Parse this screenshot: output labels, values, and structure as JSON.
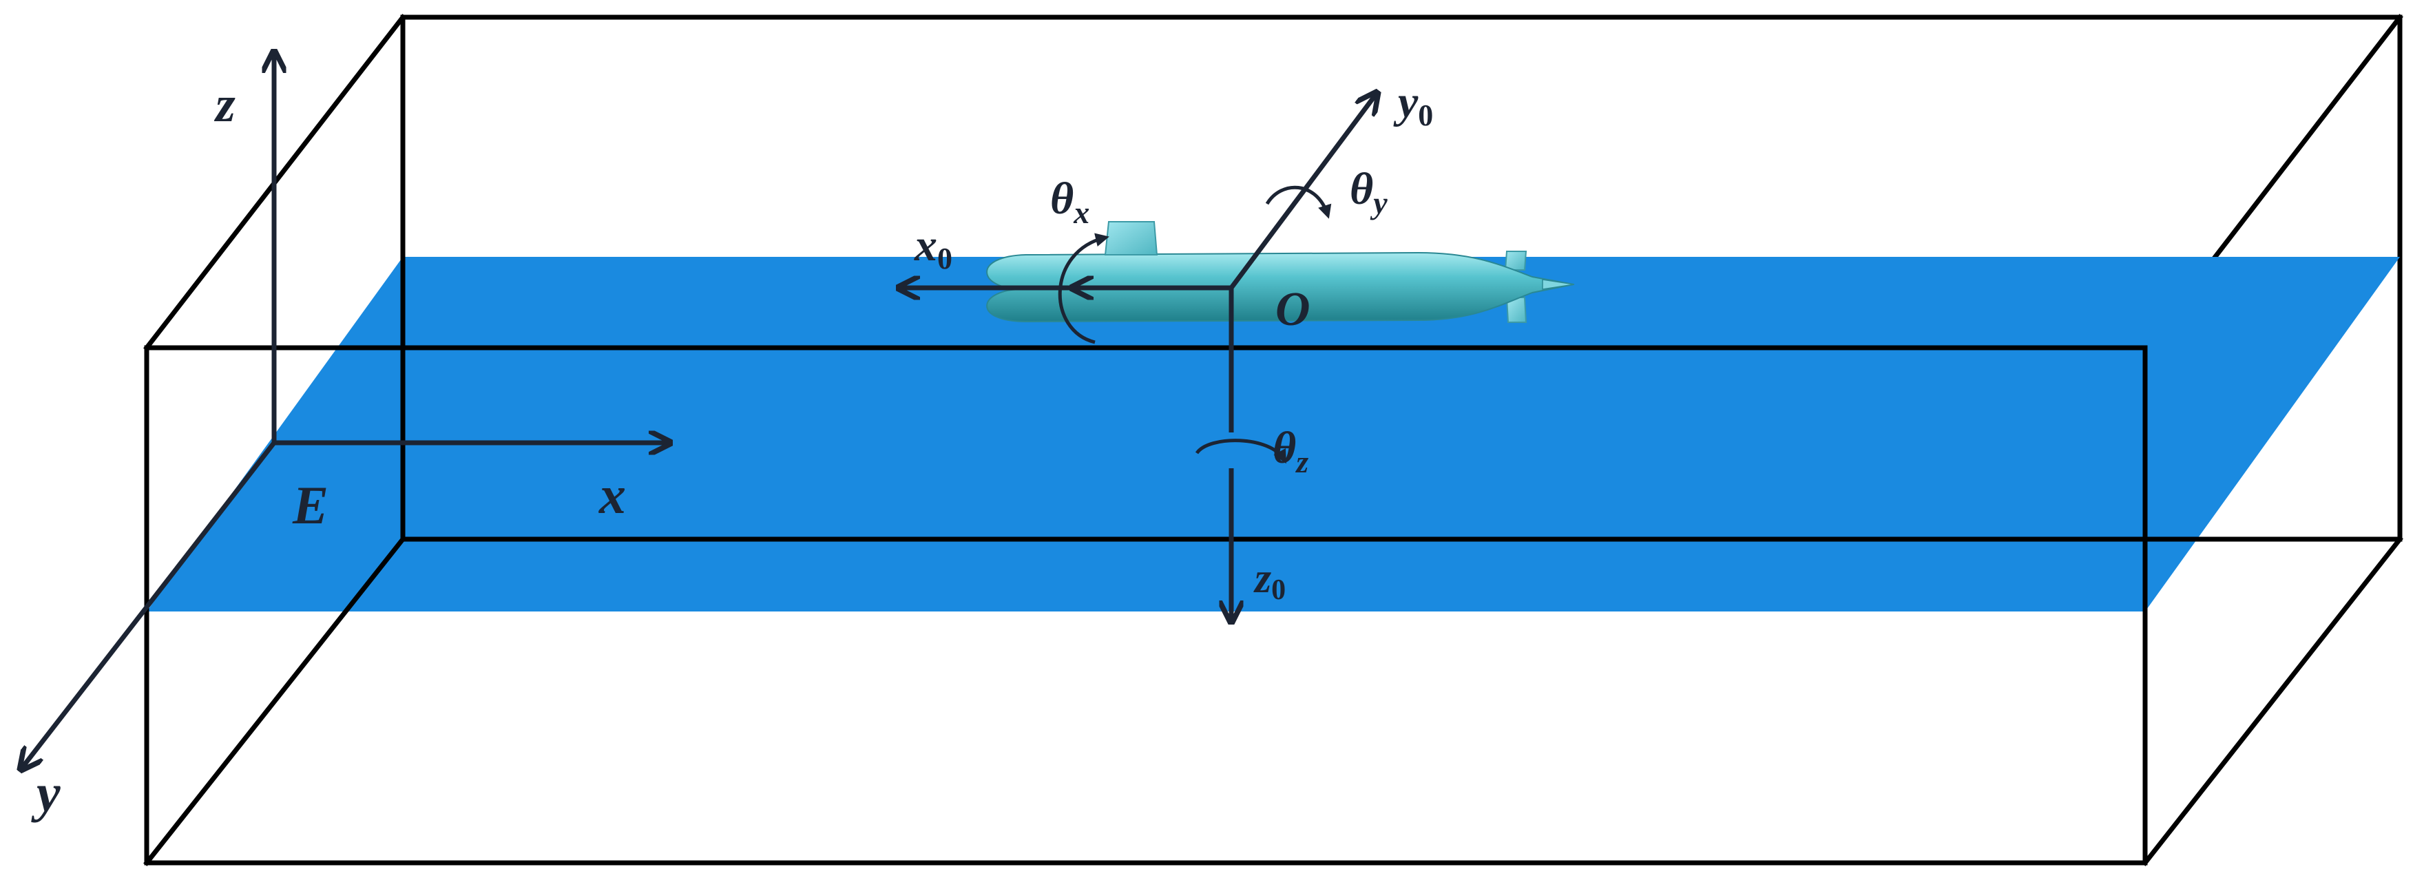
{
  "diagram": {
    "colors": {
      "water_plane": "#1a8ae0",
      "box_edge": "#000000",
      "axis": "#1c2433",
      "submarine_body": "#3fb4bf",
      "submarine_highlight": "#a7e9ee",
      "submarine_fin": "#6ad3df",
      "background": "#ffffff"
    },
    "earth_frame": {
      "origin": "E",
      "x": "x",
      "y": "y",
      "z": "z"
    },
    "body_frame": {
      "origin": "O",
      "x0": {
        "base": "x",
        "sub": "0"
      },
      "y0": {
        "base": "y",
        "sub": "0"
      },
      "z0": {
        "base": "z",
        "sub": "0"
      }
    },
    "rotations": {
      "theta_x": {
        "base": "θ",
        "sub": "x"
      },
      "theta_y": {
        "base": "θ",
        "sub": "y"
      },
      "theta_z": {
        "base": "θ",
        "sub": "z"
      }
    }
  }
}
